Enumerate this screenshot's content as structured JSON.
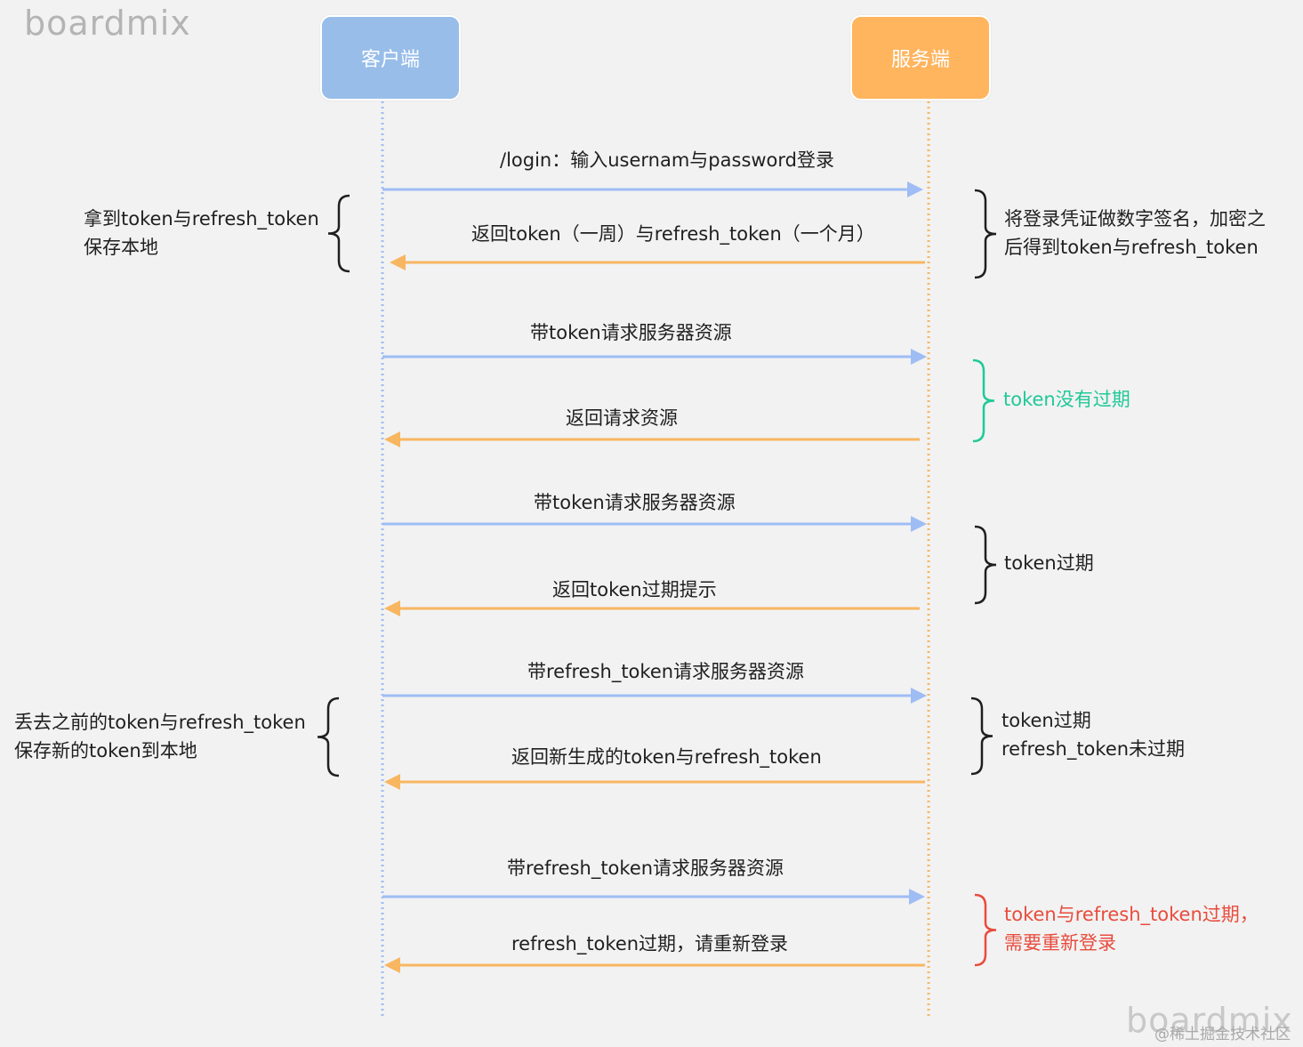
{
  "brand": {
    "watermark_top": "boardmix",
    "watermark_bottom": "boardmix",
    "credit": "@稀土掘金技术社区"
  },
  "actors": {
    "client": "客户端",
    "server": "服务端"
  },
  "colors": {
    "client": "#98bde9",
    "server": "#ffb45e",
    "request_arrow": "#9fbdf5",
    "response_arrow": "#f8b661",
    "valid": "#20c997",
    "expired_all": "#e84c3d",
    "text": "#1f1f1f"
  },
  "messages": [
    {
      "label": "/login：输入usernam与password登录",
      "direction": "request"
    },
    {
      "label": "返回token（一周）与refresh_token（一个月）",
      "direction": "response"
    },
    {
      "label": "带token请求服务器资源",
      "direction": "request"
    },
    {
      "label": "返回请求资源",
      "direction": "response"
    },
    {
      "label": "带token请求服务器资源",
      "direction": "request"
    },
    {
      "label": "返回token过期提示",
      "direction": "response"
    },
    {
      "label": "带refresh_token请求服务器资源",
      "direction": "request"
    },
    {
      "label": "返回新生成的token与refresh_token",
      "direction": "response"
    },
    {
      "label": "带refresh_token请求服务器资源",
      "direction": "request"
    },
    {
      "label": "refresh_token过期，请重新登录",
      "direction": "response"
    }
  ],
  "client_notes": [
    {
      "lines": [
        "拿到token与refresh_token",
        "保存本地"
      ]
    },
    {
      "lines": [
        "丢去之前的token与refresh_token",
        "保存新的token到本地"
      ]
    }
  ],
  "server_notes": [
    {
      "lines": [
        "将登录凭证做数字签名，加密之",
        "后得到token与refresh_token"
      ],
      "tone": "default"
    },
    {
      "lines": [
        "token没有过期"
      ],
      "tone": "valid"
    },
    {
      "lines": [
        "token过期"
      ],
      "tone": "default"
    },
    {
      "lines": [
        "token过期",
        "refresh_token未过期"
      ],
      "tone": "default"
    },
    {
      "lines": [
        "token与refresh_token过期，",
        "需要重新登录"
      ],
      "tone": "expired_all"
    }
  ]
}
